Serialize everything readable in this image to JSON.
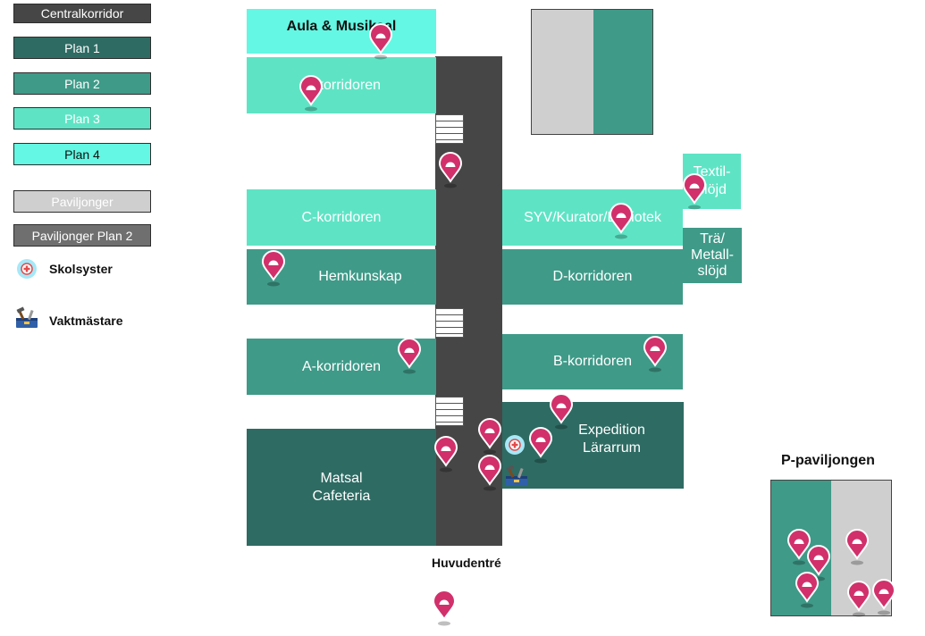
{
  "colors": {
    "plan1": "#2e6b63",
    "plan2": "#3f9a88",
    "plan3": "#5ee4c5",
    "plan4": "#64f7e3",
    "paviljonger": "#cfcfcf",
    "paviljonger_plan2": "#6f6f6f",
    "central": "#464646",
    "pin": "#d1306b"
  },
  "legend": {
    "centralkorridor": "Centralkorridor",
    "plan1": "Plan 1",
    "plan2": "Plan 2",
    "plan3": "Plan 3",
    "plan4": "Plan 4",
    "paviljonger": "Paviljonger",
    "paviljonger_plan2": "Paviljonger Plan 2",
    "skolsyster": "Skolsyster",
    "vaktmastare": "Vaktmästare"
  },
  "rooms": {
    "aula": "Aula & Musiksal",
    "e_korridoren": "E-korridoren",
    "c_korridoren": "C-korridoren",
    "syv": "SYV/Kurator/Bibliotek",
    "textil_1": "Textil-",
    "textil_2": "slöjd",
    "tra_1": "Trä/",
    "tra_2": "Metall-",
    "tra_3": "slöjd",
    "hemkunskap": "Hemkunskap",
    "d_korridoren": "D-korridoren",
    "a_korridoren": "A-korridoren",
    "b_korridoren": "B-korridoren",
    "expedition_1": "Expedition",
    "expedition_2": "Lärarrum",
    "matsal_1": "Matsal",
    "matsal_2": "Cafeteria"
  },
  "labels": {
    "huvudentre": "Huvudentré",
    "p_paviljongen": "P-paviljongen"
  }
}
